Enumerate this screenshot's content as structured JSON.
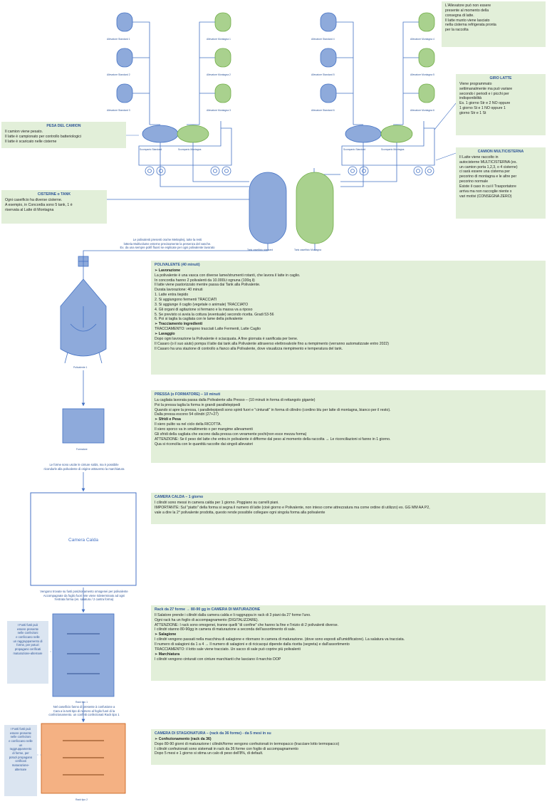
{
  "notes": {
    "allevatore": {
      "lines": [
        "L'Allevatore può non essere",
        "presente al momento della",
        "consegna di latte.",
        "Il latte munto viene lasciato",
        "nella cisterna refrigerata pronta",
        "per la raccolta"
      ]
    },
    "giro_latte": {
      "title": "GIRO LATTE",
      "lines": [
        "Viene programmato",
        "settimanalmente ma può variare",
        "secondo i periodi e i picchi per",
        "indisponibilità",
        "Es.          1 giorno Str e 2 NO  oppure",
        "1 giorno St e  1  NO     oppure  1",
        "giorno Str e 1 St"
      ]
    },
    "camion_multicisterna": {
      "title": "CAMION MULTICISTERNA",
      "lines": [
        "Il Latte viene raccolto in",
        "autocisterne MULTICISTERNA (es.",
        "un camion porta 1,2,3, o 4 cisterne)",
        "ci sarà essere una cisterna per",
        "pecorino di montagna e le altre per",
        "pecorino normale",
        "Esiste il caso in cui il Trasportatore",
        "arriva ma non raccoglie niente x",
        "vari motivi (CONSEGNA ZERO)"
      ]
    },
    "pesa_camion": {
      "title": "PESA DEL CAMION",
      "lines": [
        "Il camion viene pesato.",
        "Il latte è campionato per controllo batteriologici",
        "Il latte è scaricato nelle cisterne"
      ]
    },
    "cisterne": {
      "title": "CISTERNE o TANK",
      "lines": [
        "Ogni caseificio ha diverse cisterne.",
        "A esempio, in Concordia sono 5 tank, 1 è",
        "riservata al Latte di Montagna"
      ]
    },
    "polivalente": {
      "title": "POLIVALENTE (40 minuti)",
      "lines": [
        "➢        Lavorazione",
        "La polivalente è una vasca con diverse lame/strumenti rotanti, che lavora il latte in caglio.",
        "In concordia hanno 2 polivalenti da 10.000Lt ognuna (100q.li)",
        "Il latte viene pastorizzato mentre passa dai Tank alla Polivalente.",
        "Durata lavorazione: 40 minuti",
        "1.        Latte entra tiepido",
        "2.        Si aggiungono fermenti TRACCIATI",
        "3.        Si aggiunge il caglio (vegetale o animale) TRACCIATO",
        "4.        Gli organi di agitazione si fermano e la massa va a riposo",
        "5.        Se previsto si avvia la cottura (eventuale) secondo ricetta. Gradi 53-56",
        "6.        Poi si taglia la cagliata con le lame della polivalente",
        "➢        Tracciamento ingredienti",
        "TRACCIAMENTO: vengono tracciati Latte Fermenti, Latte Caglio",
        "➢        Lavaggio",
        "Dopo ogni lavorazione la Polivalente è sciacquata. A fine giornata è sanificata per bene.",
        "Il Casaro (o il suo aiuto) pompa il latte dai tank alla Polivalente attraverso elettrovalvole fino a riempimento (verranno automatizzate entro 2022)",
        "Il Casaro ha una stazione di controllo a fianco alla Polivalente, dove visualizza riempimento e temperatura del tank."
      ]
    },
    "pressa": {
      "title": "PRESSA (o FORMATORE) – 10 minuti",
      "lines": [
        "La cagliata lavorata passa dalla Polivalente alla Presso – (10 minuti in forma di rettangolo gigante)",
        "Poi la pressa taglia la forma in grandi parallelepipedi",
        "Quando si apre la pressa, i parallelepipedi sono spinti fuori e \"cinturati\" in forma di cilindro (cordino blu per latte di montagna, bianco per il resto).",
        "Dalla pressa escono 54 cilindri (27+27)",
        "➢        Sfridi e Pesa",
        "Il siero pulito va nel ciclo della RICOTTA.",
        "Il siero sporco va in smaltimento o per mangime allevamenti",
        "Gli sfridi della cagliata che escono dalla pressa con veramente pochi(non esce mezza forma)",
        "ATTENZIONE: Se il peso del latte che entra in polivalente è difforme dal peso al momento della raccolta → Le riconciliazioni si fanno in 1 giorno.",
        "Qua si riconcilia con le quantità raccolte dai singoli allevatori"
      ]
    },
    "camera_calda": {
      "title": "CAMERA CALDA – 1 giorno",
      "lines": [
        "I cilindri sono messi in camera calda per 1 giorno. Poggiano su carrelli piani.",
        "IMPORTANTE: Sul \"piatto\" della forma si segna il numero di latte (cioè giorno e Polivalente, non inteso come attrezzatura ma come ordine di utilizzo) es. GG MM AA  P2,",
        "vale a dire la 2° polivalente prodotta, questo rende possibile collegare ogni singola forma alla polivalente"
      ]
    },
    "maturazione": {
      "title": "Rack da 27 forme → 80-90 gg in CAMERA DI MATURAZIONE",
      "lines": [
        "Il Salatore prende i cilindri dalla camera calda e li raggruppa in rack di 3 piani da 27 forme l'uno.",
        "Ogni rack ha un foglio di accompagnamento (DIGITALIZZARE).",
        "ATTENZIONE: I rack sono omogenei, tranne quelli \"di confine\" che hanno la fine e l'inizio di 2 polivalenti diverse.",
        "I cilindri stanno 80-90gg in camera di maturazione a seconda dell'assortimento di sale.",
        "➢        Salagione",
        "I cilindri vengono passati nella macchina di salagione e ritornano in camera di maturazione. (dove sono esposti all'umidificatore). La salatura va tracciata.",
        "Il numero di salagioni da 1 a 4 → Il numero di salagioni e di ricicacqui dipende dalla ricetta (segreta) e dall'assortimento",
        "TRACCIAMENTO: il lotto sale viene tracciato. Un sacco di sale può coprire più polivalenti",
        "➢        Marchiatura",
        "I cilindri vengono cinturati con cinture marchianti che lasciano il marchio DOP"
      ]
    },
    "stagionatura": {
      "title": "CAMERA DI STAGIONATURA – (rack da 36 forme) - da 5 mesi in su",
      "lines": [
        "➢        Confezionamento (rack da 36)",
        "Dopo 80-90  giorni di maturazione i cilindri/forme vengono confezionati in termopacco (tracciare lotto termopacco)",
        "I cilindri confezionati sono sistemati in rack da 36 forme con foglio di accompagnamento",
        "Dopo 5 mesi e 1 giorno si stima un calo di peso dell'8%, di default."
      ]
    }
  },
  "captions": {
    "polivalente_above": [
      "Le polivalenti presenti ora/ne Mettepleij, tutte la resti",
      "lotteria Multivolume esterne precisamente la presenza del vasche.",
      "Ex. da una sempre polifi fluosì se esplicate per ogni polivalente lavorato"
    ],
    "polivalente_label": "Polivalente 1",
    "formatore_label": "Formatore",
    "formatore_below": [
      "Le forme sono uscite le cinture solds, ma è possibile",
      "ricondurle alla polivalente di origine attraverso la marchiatura"
    ],
    "camera_calda_label": "Camera Calda",
    "camera_calda_below": [
      "Vengono trovate su fusti posizionamento omogenei per polivalente",
      "Accompagnate da foglio fuori rete viene rideterminato ad ogni",
      "l'entrata forma (es. salatura / 2 cantra forma)"
    ],
    "rack1_label": "Rack tipo 1",
    "rack1_below": [
      "Nel caseificio fanno di presente à confusione a",
      "Cara a la tutti tipo di numero al foglio fuori di la",
      "confezionamento. un confetti confezionati Rack tipo 1"
    ],
    "rack2_label": "Rack tipo 2",
    "side_note_1": [
      "I Fusti fusti può",
      "essere presente",
      "nelle confezioni",
      "e conficcano nelle",
      "un raggruppamento di",
      "forme, per potuzi",
      "propagano cerificati",
      "maturazione-alternare"
    ],
    "side_note_2": [
      "I Fusti fusti può",
      "essere presente",
      "nelle confezioni",
      "e conficcano nelle",
      "un",
      "raggruppamento",
      "di forme, per",
      "potuzi propagano",
      "cerificati",
      "maturazione-alternare"
    ]
  },
  "farm_labels": {
    "left_blue": [
      "Allevatore Standard 1",
      "Allevatore Standard 2",
      "Allevatore Standard 3"
    ],
    "left_green": [
      "Allevatore Montagna 1",
      "Allevatore Montagna 2",
      "Allevatore Montagna 3"
    ],
    "right_blue": [
      "Allevatore Standard 4",
      "Allevatore Standard 5",
      "Allevatore Standard 6"
    ],
    "right_green": [
      "Allevatore Montagna 4",
      "Allevatore Montagna 5",
      "Allevatore Montagna 6"
    ]
  },
  "truck_labels": {
    "left": [
      "Scomparto Standard",
      "Scomparto Montagna"
    ],
    "right": [
      "Scomparto Standard",
      "Scomparto Montagna"
    ]
  },
  "tank_labels": {
    "blue": "Tank caseificio standard",
    "green": "Tank caseificio Montagna"
  },
  "colors": {
    "blue_fill": "#8eaadb",
    "blue_stroke": "#4472c4",
    "green_fill": "#a9d18e",
    "green_stroke": "#70ad47",
    "orange_fill": "#f4b183",
    "note_bg": "#e2efd9",
    "title_blue": "#2e5597"
  }
}
